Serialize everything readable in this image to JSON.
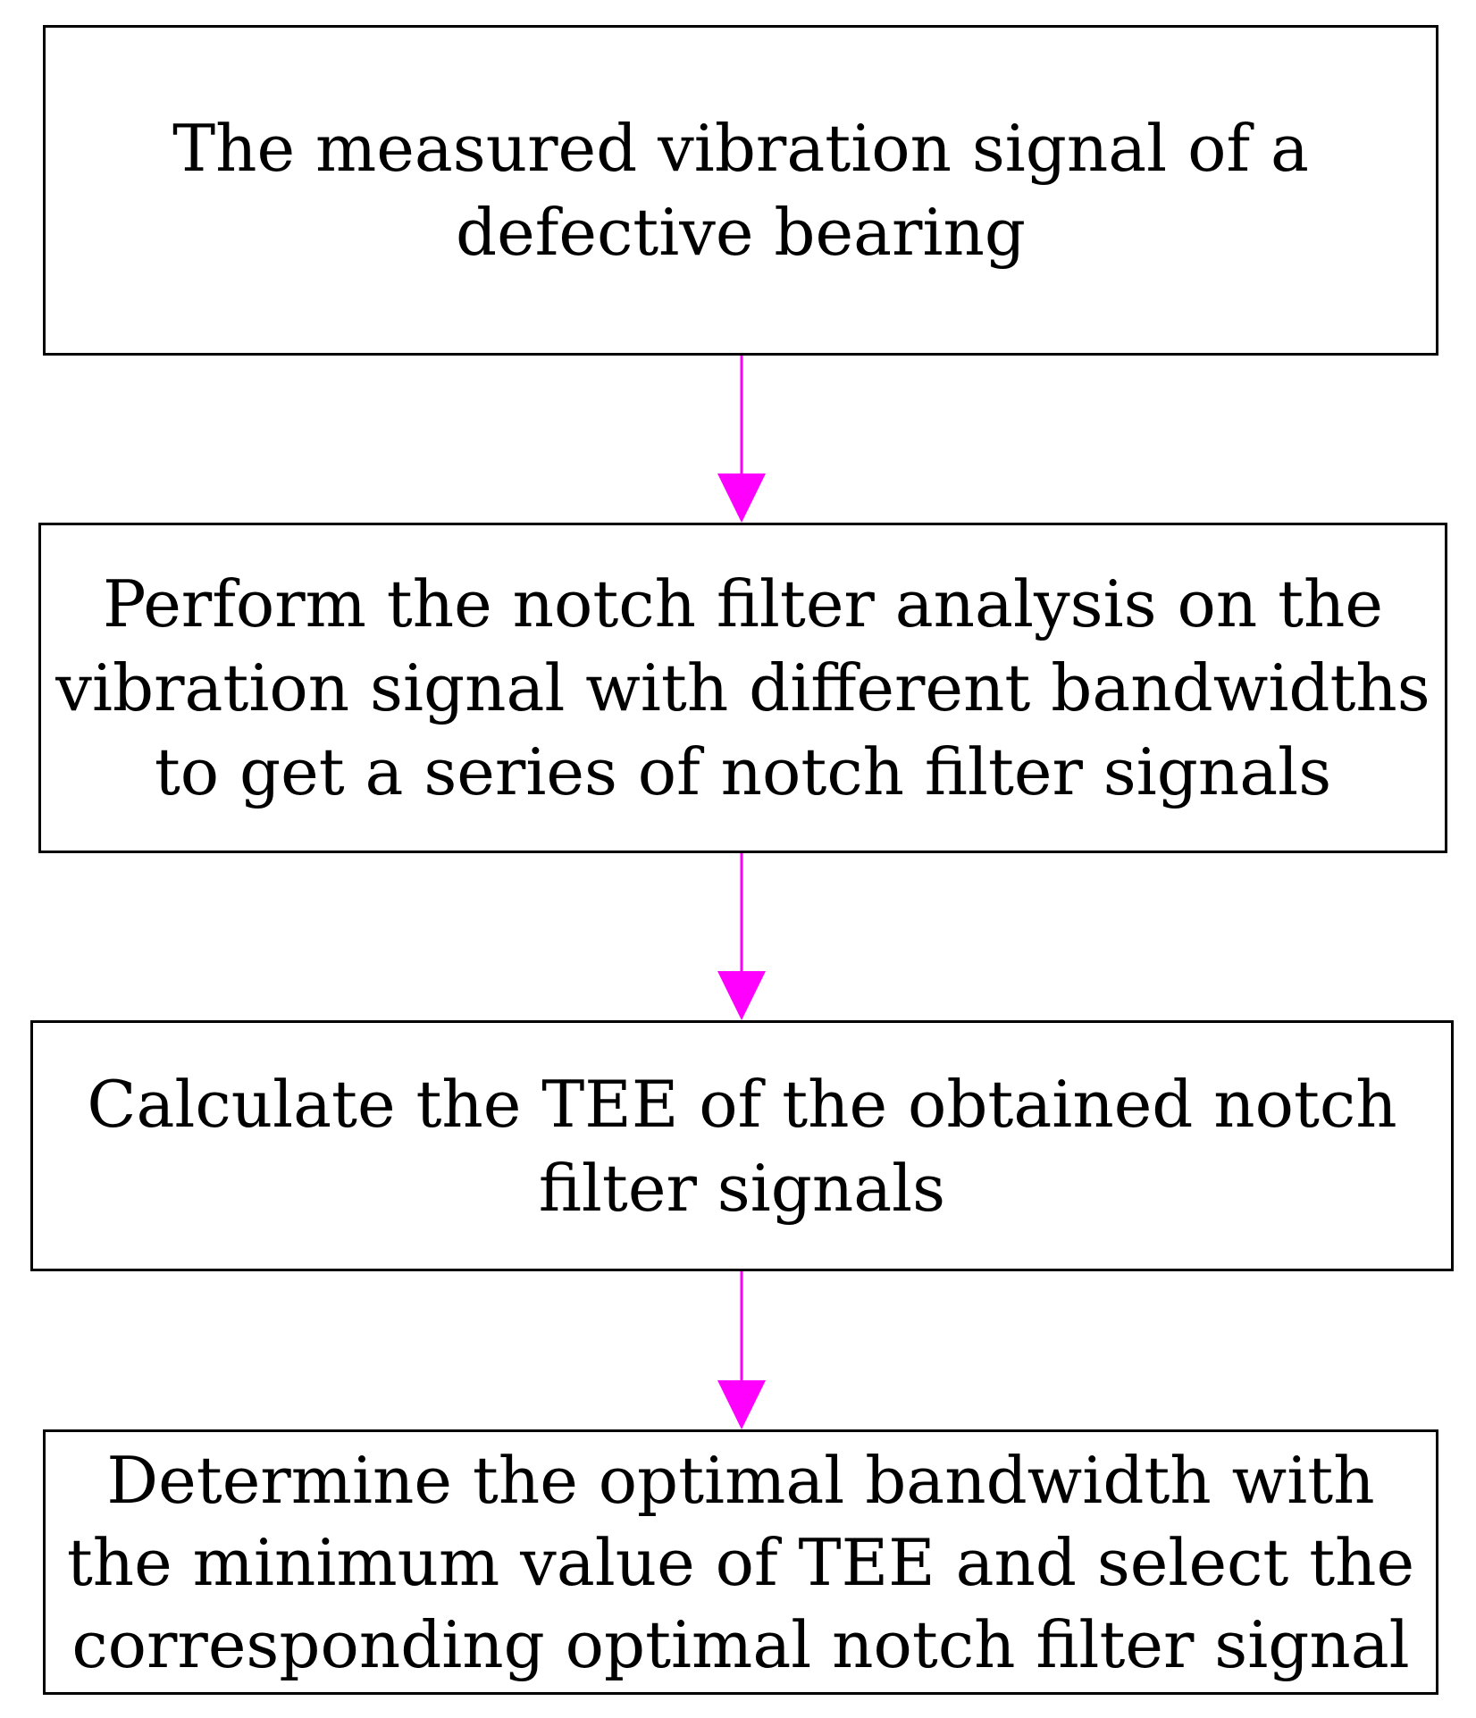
{
  "flowchart": {
    "steps": [
      {
        "lines": [
          "The measured vibration signal of a",
          "defective bearing"
        ]
      },
      {
        "lines": [
          "Perform the notch filter analysis on the",
          "vibration signal with different bandwidths",
          "to get a series of notch filter signals"
        ]
      },
      {
        "lines": [
          "Calculate the TEE of the obtained notch",
          "filter signals"
        ]
      },
      {
        "lines": [
          "Determine the optimal bandwidth with",
          "the minimum value of TEE and select the",
          "corresponding optimal notch filter signal"
        ]
      }
    ],
    "arrow_color": "#ff00ff",
    "box_border_color": "#000000"
  }
}
